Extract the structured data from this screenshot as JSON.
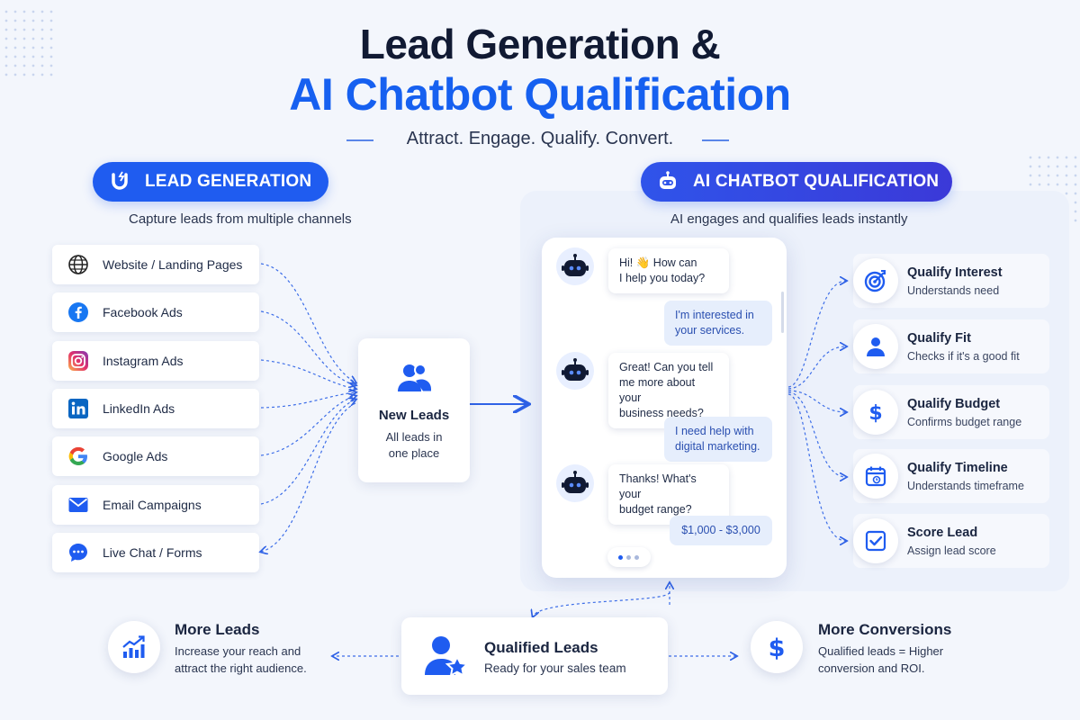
{
  "header": {
    "title_line1": "Lead Generation &",
    "title_line2": "AI Chatbot Qualification",
    "tagline": "Attract. Engage. Qualify. Convert."
  },
  "lead_generation": {
    "badge": "LEAD GENERATION",
    "subtitle": "Capture leads from multiple channels",
    "channels": [
      {
        "label": "Website / Landing Pages",
        "icon": "globe-icon"
      },
      {
        "label": "Facebook Ads",
        "icon": "facebook-icon"
      },
      {
        "label": "Instagram Ads",
        "icon": "instagram-icon"
      },
      {
        "label": "LinkedIn Ads",
        "icon": "linkedin-icon"
      },
      {
        "label": "Google Ads",
        "icon": "google-icon"
      },
      {
        "label": "Email Campaigns",
        "icon": "email-icon"
      },
      {
        "label": "Live Chat / Forms",
        "icon": "chat-icon"
      }
    ]
  },
  "new_leads": {
    "title": "New Leads",
    "desc_line1": "All leads in",
    "desc_line2": "one place"
  },
  "ai_qualification": {
    "badge": "AI CHATBOT QUALIFICATION",
    "subtitle": "AI engages and qualifies leads instantly",
    "chat": [
      {
        "from": "bot",
        "line1": "Hi! 👋 How can",
        "line2": "I help you today?"
      },
      {
        "from": "user",
        "line1": "I'm interested in",
        "line2": "your services."
      },
      {
        "from": "bot",
        "line1": "Great! Can you tell",
        "line2": "me more about your",
        "line3": "business needs?"
      },
      {
        "from": "user",
        "line1": "I need help with",
        "line2": "digital marketing."
      },
      {
        "from": "bot",
        "line1": "Thanks! What's your",
        "line2": "budget range?"
      },
      {
        "from": "user",
        "line1": "$1,000 - $3,000"
      }
    ],
    "steps": [
      {
        "title": "Qualify Interest",
        "desc": "Understands need",
        "icon": "target-icon"
      },
      {
        "title": "Qualify Fit",
        "desc": "Checks if it's a good fit",
        "icon": "person-icon"
      },
      {
        "title": "Qualify Budget",
        "desc": "Confirms budget range",
        "icon": "dollar-icon"
      },
      {
        "title": "Qualify Timeline",
        "desc": "Understands timeframe",
        "icon": "calendar-icon"
      },
      {
        "title": "Score Lead",
        "desc": "Assign lead score",
        "icon": "checkbox-icon"
      }
    ]
  },
  "bottom": {
    "more_leads": {
      "title": "More Leads",
      "desc_line1": "Increase your reach and",
      "desc_line2": "attract the right audience."
    },
    "qualified": {
      "title": "Qualified Leads",
      "desc": "Ready for your sales team"
    },
    "more_conversions": {
      "title": "More Conversions",
      "desc_line1": "Qualified leads = Higher",
      "desc_line2": "conversion and ROI."
    }
  },
  "colors": {
    "accent": "#1f5cf0",
    "dark": "#111a33"
  }
}
